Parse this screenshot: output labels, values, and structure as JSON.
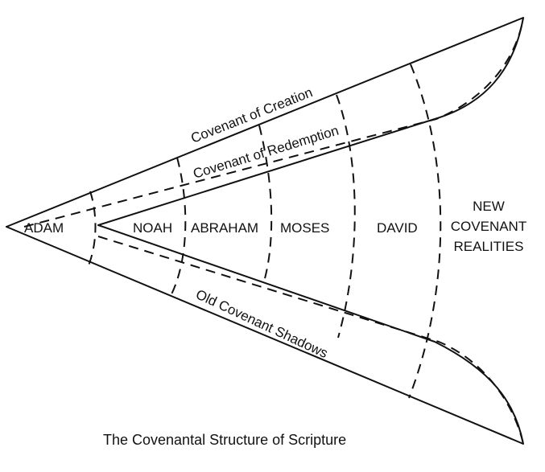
{
  "diagram": {
    "title": "The Covenantal Structure of Scripture",
    "upper_band_outer_label": "Covenant of Creation",
    "upper_band_inner_label": "Covenant of Redemption",
    "lower_band_label": "Old Covenant Shadows",
    "eras": [
      {
        "label": "ADAM"
      },
      {
        "label": "NOAH"
      },
      {
        "label": "ABRAHAM"
      },
      {
        "label": "MOSES"
      },
      {
        "label": "DAVID"
      }
    ],
    "final_era": {
      "line1": "NEW",
      "line2": "COVENANT",
      "line3": "REALITIES"
    },
    "line_color": "#111111",
    "background_color": "#ffffff"
  }
}
